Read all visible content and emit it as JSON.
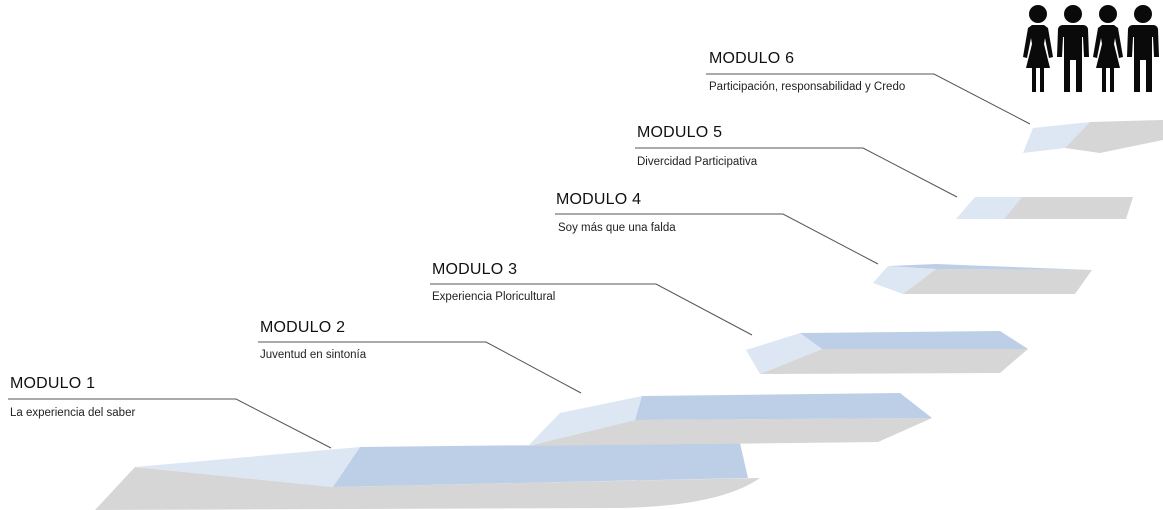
{
  "diagram": {
    "colors": {
      "top_light": "#dce7f3",
      "top_blue": "#bccfe6",
      "side": "#d6d6d6",
      "side_dark": "#b9b9b9",
      "line": "#555555",
      "text": "#111111",
      "people": "#0a0a0a"
    },
    "modules": [
      {
        "title": "MODULO 1",
        "description": "La experiencia del saber"
      },
      {
        "title": "MODULO 2",
        "description": "Juventud en sintonía"
      },
      {
        "title": "MODULO 3",
        "description": "Experiencia Ploricultural"
      },
      {
        "title": "MODULO 4",
        "description": "Soy más que una falda"
      },
      {
        "title": "MODULO 5",
        "description": "Divercidad Participativa"
      },
      {
        "title": "MODULO 6",
        "description": "Participación, responsabilidad y Credo"
      }
    ],
    "people_icon": "people-group-icon"
  }
}
